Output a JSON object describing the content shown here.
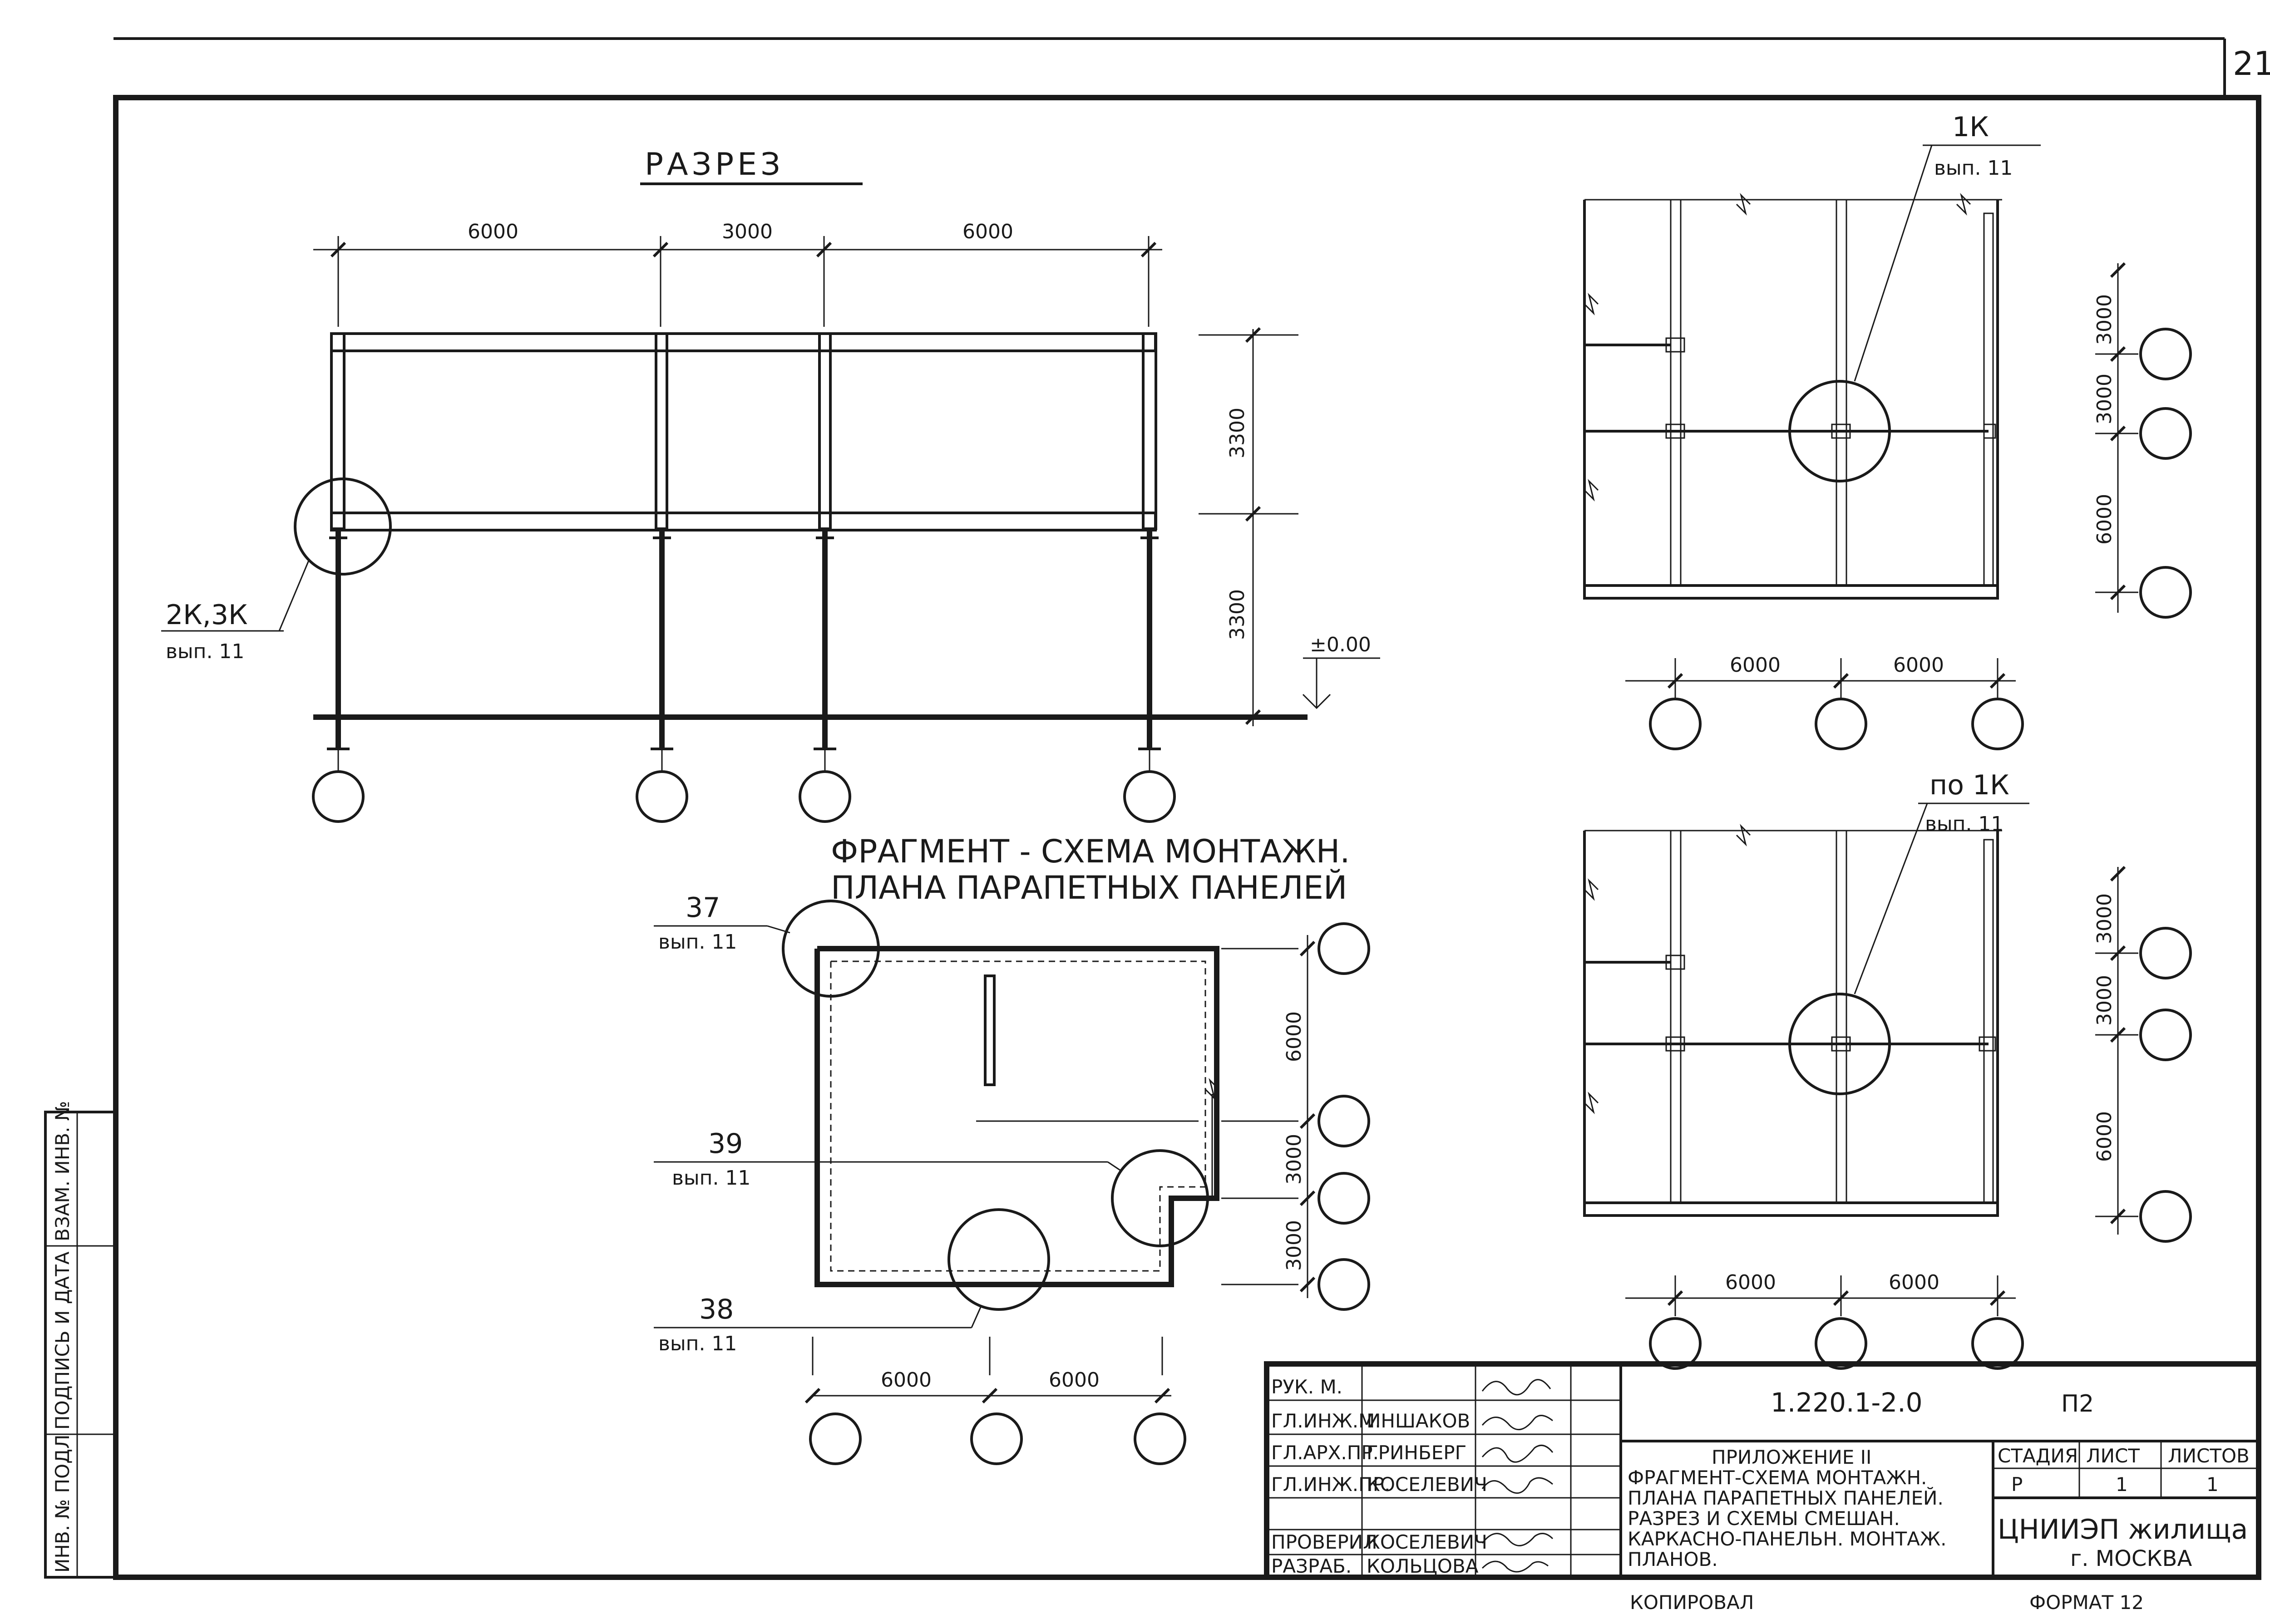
{
  "page_number": "21",
  "section": {
    "title": "РАЗРЕЗ",
    "dims_horizontal": [
      "6000",
      "3000",
      "6000"
    ],
    "dims_vertical": [
      "3300",
      "3300"
    ],
    "level_mark": "±0.00",
    "callout": {
      "label": "2К,3К",
      "ref": "вып. 11"
    }
  },
  "plan_top": {
    "callout": {
      "label": "1К",
      "ref": "вып. 11"
    },
    "dims_horizontal": [
      "6000",
      "6000"
    ],
    "dims_vertical": [
      "3000",
      "3000",
      "6000"
    ]
  },
  "plan_bottom": {
    "callout": {
      "label": "по 1К",
      "ref": "вып. 11"
    },
    "dims_horizontal": [
      "6000",
      "6000"
    ],
    "dims_vertical": [
      "3000",
      "3000",
      "6000"
    ]
  },
  "fragment": {
    "title_line1": "ФРАГМЕНТ - СХЕМА МОНТАЖН.",
    "title_line2": "ПЛАНА ПАРАПЕТНЫХ ПАНЕЛЕЙ",
    "callouts": [
      {
        "label": "37",
        "ref": "вып. 11"
      },
      {
        "label": "39",
        "ref": "вып. 11"
      },
      {
        "label": "38",
        "ref": "вып. 11"
      }
    ],
    "dims_horizontal": [
      "6000",
      "6000"
    ],
    "dims_vertical": [
      "6000",
      "3000",
      "3000"
    ]
  },
  "side_stamp": [
    "ИНВ. № ПОДЛ",
    "ПОДПИСЬ И ДАТА",
    "ВЗАМ. ИНВ. №"
  ],
  "title_block": {
    "document_code": "1.220.1-2.0",
    "sheet_mark": "П2",
    "roles": [
      {
        "role": "РУК. М.",
        "name": ""
      },
      {
        "role": "ГЛ.ИНЖ.М.",
        "name": "ИНШАКОВ"
      },
      {
        "role": "ГЛ.АРХ.ПР.",
        "name": "ГРИНБЕРГ"
      },
      {
        "role": "ГЛ.ИНЖ.ПР.",
        "name": "КОСЕЛЕВИЧ"
      },
      {
        "role": "ПРОВЕРИЛ",
        "name": "КОСЕЛЕВИЧ"
      },
      {
        "role": "РАЗРАБ.",
        "name": "КОЛЬЦОВА"
      }
    ],
    "description": [
      "ПРИЛОЖЕНИЕ II",
      "ФРАГМЕНТ-СХЕМА МОНТАЖН.",
      "ПЛАНА ПАРАПЕТНЫХ ПАНЕЛЕЙ.",
      "РАЗРЕЗ И СХЕМЫ СМЕШАН.",
      "КАРКАСНО-ПАНЕЛЬН. МОНТАЖ.",
      "ПЛАНОВ."
    ],
    "stage_header": "СТАДИЯ",
    "sheet_header": "ЛИСТ",
    "sheets_header": "ЛИСТОВ",
    "stage": "Р",
    "sheet": "1",
    "sheets": "1",
    "organization_line1": "ЦНИИЭП жилища",
    "organization_line2": "г. МОСКВА"
  },
  "footer": {
    "copied": "КОПИРОВАЛ",
    "format": "ФОРМАТ 12"
  }
}
